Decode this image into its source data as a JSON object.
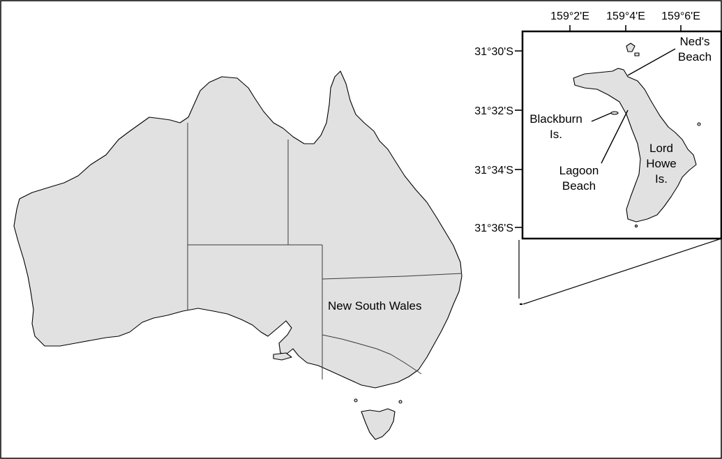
{
  "map": {
    "main_label": "New South Wales",
    "inset": {
      "longitude_ticks": [
        "159°2'E",
        "159°4'E",
        "159°6'E"
      ],
      "latitude_ticks": [
        "31°30'S",
        "31°32'S",
        "31°34'S",
        "31°36'S"
      ],
      "labels": {
        "neds_beach_1": "Ned's",
        "neds_beach_2": "Beach",
        "blackburn_1": "Blackburn",
        "blackburn_2": "Is.",
        "lagoon_1": "Lagoon",
        "lagoon_2": "Beach",
        "lordhowe_1": "Lord",
        "lordhowe_2": "Howe",
        "lordhowe_3": "Is."
      }
    },
    "colors": {
      "land": "#e1e1e1",
      "outline": "#000000",
      "background": "#ffffff"
    }
  }
}
